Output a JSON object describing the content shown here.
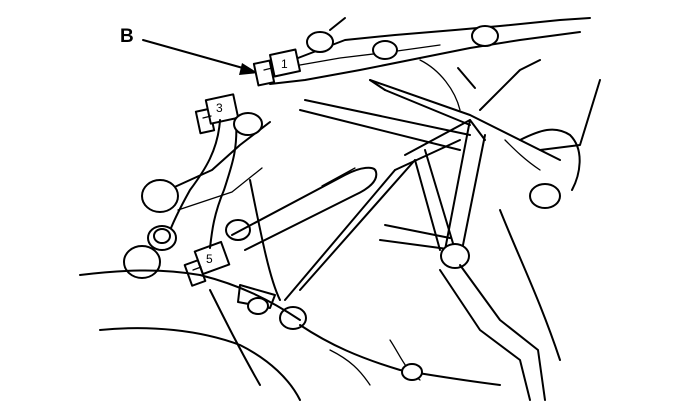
{
  "callout": {
    "label": "B"
  },
  "connectors": [
    {
      "label": "1"
    },
    {
      "label": "3"
    },
    {
      "label": "5"
    }
  ],
  "colors": {
    "ink": "#000000",
    "paper": "#ffffff"
  }
}
